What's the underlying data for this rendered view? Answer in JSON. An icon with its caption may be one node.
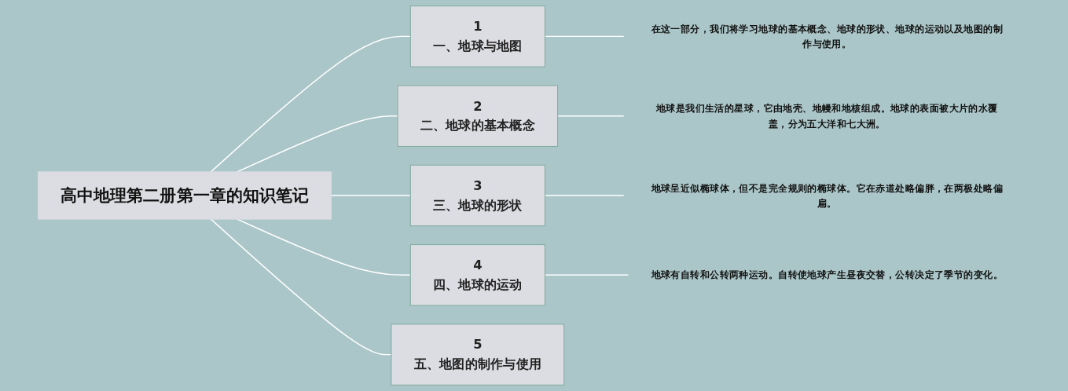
{
  "diagram": {
    "nodes": [
      {
        "text": [
          "高中地理第二册第一章的知识笔记"
        ]
      },
      {
        "text": [
          "1",
          "一、地球与地图"
        ]
      },
      {
        "text": [
          "在这一部分，我们将学习地球的基本概念、地球的形状、地球的运动以及地图的制作与使用。"
        ]
      },
      {
        "text": [
          "2",
          "二、地球的基本概念"
        ]
      },
      {
        "text": [
          "地球是我们生活的星球，它由地壳、地幔和地核组成。地球的表面被大片的水覆盖，分为五大洋和七大洲。"
        ]
      },
      {
        "text": [
          "3",
          "三、地球的形状"
        ]
      },
      {
        "text": [
          "地球呈近似椭球体，但不是完全规则的椭球体。它在赤道处略偏胖，在两极处略偏扁。"
        ]
      },
      {
        "text": [
          "4",
          "四、地球的运动"
        ]
      },
      {
        "text": [
          "地球有自转和公转两种运动。自转使地球产生昼夜交替，公转决定了季节的变化。"
        ]
      },
      {
        "text": [
          "5",
          "五、地图的制作与使用"
        ]
      }
    ],
    "edges": [
      {
        "from": 0,
        "to": 1,
        "arrow": "none"
      },
      {
        "from": 0,
        "to": 3,
        "arrow": "none"
      },
      {
        "from": 0,
        "to": 5,
        "arrow": "none"
      },
      {
        "from": 0,
        "to": 7,
        "arrow": "none"
      },
      {
        "from": 0,
        "to": 9,
        "arrow": "none"
      },
      {
        "from": 1,
        "to": 2,
        "arrow": "none"
      },
      {
        "from": 3,
        "to": 4,
        "arrow": "none"
      },
      {
        "from": 5,
        "to": 6,
        "arrow": "none"
      },
      {
        "from": 7,
        "to": 8,
        "arrow": "none"
      }
    ]
  }
}
